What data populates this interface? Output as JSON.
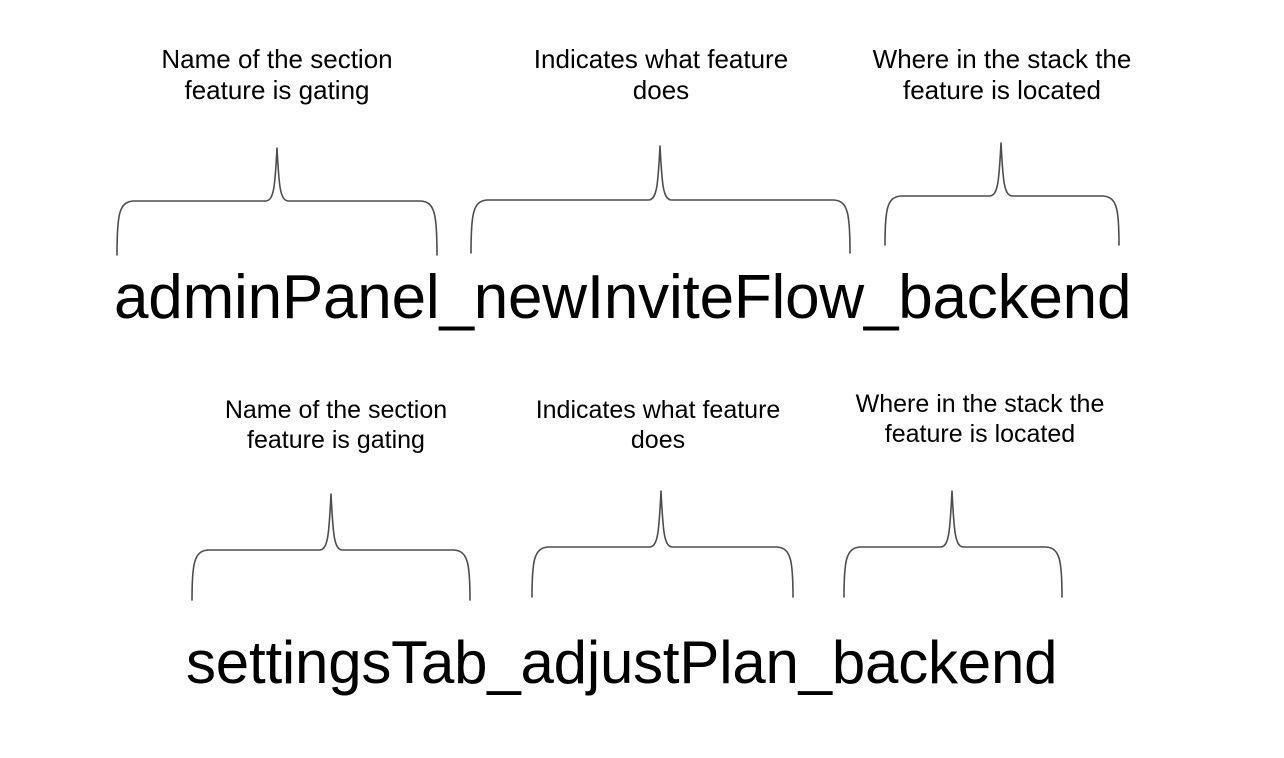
{
  "page": {
    "background_color": "#ffffff",
    "text_color": "#000000",
    "brace_color": "#4d4d4d"
  },
  "examples": [
    {
      "id": "example-1",
      "flag_name": "adminPanel_newInviteFlow_backend",
      "segments": [
        {
          "key": "section",
          "token": "adminPanel",
          "caption": "Name of the section\nfeature is gating"
        },
        {
          "key": "behavior",
          "token": "newInviteFlow",
          "caption": "Indicates what feature\ndoes"
        },
        {
          "key": "layer",
          "token": "backend",
          "caption": "Where in the stack the\nfeature is located"
        }
      ]
    },
    {
      "id": "example-2",
      "flag_name": "settingsTab_adjustPlan_backend",
      "segments": [
        {
          "key": "section",
          "token": "settingsTab",
          "caption": "Name of the section\nfeature is gating"
        },
        {
          "key": "behavior",
          "token": "adjustPlan",
          "caption": "Indicates what feature\ndoes"
        },
        {
          "key": "layer",
          "token": "backend",
          "caption": "Where in the stack the\nfeature is located"
        }
      ]
    }
  ]
}
